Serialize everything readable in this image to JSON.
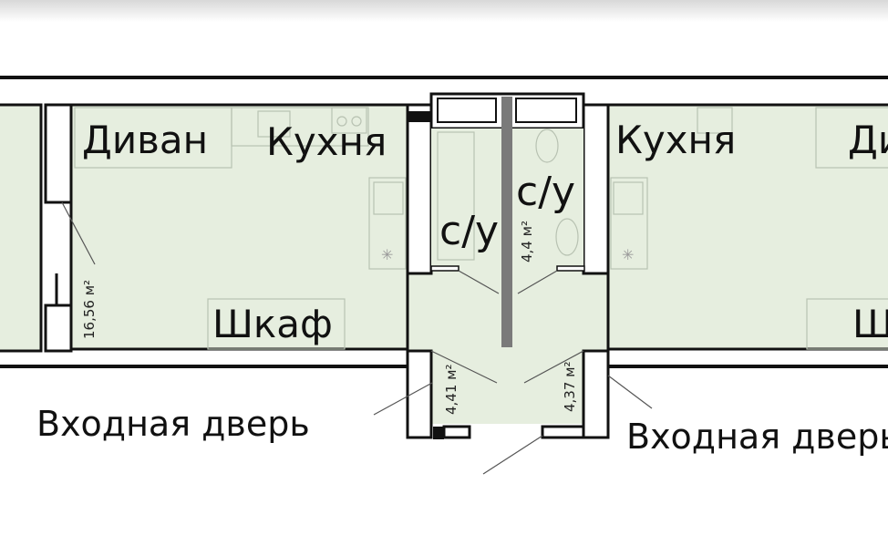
{
  "plan": {
    "labels": {
      "sofa_left": "Диван",
      "kitchen_left": "Кухня",
      "wardrobe_left": "Шкаф",
      "entrance_left": "Входная дверь",
      "bathroom_left": "с/у",
      "bathroom_right": "с/у",
      "kitchen_right": "Кухня",
      "sofa_right": "Диван",
      "wardrobe_right": "Шкаф",
      "entrance_right": "Входная дверь"
    },
    "areas": {
      "room_left": "16,56 м²",
      "bathroom": "4,4 м²",
      "hall_left": "4,41 м²",
      "hall_right": "4,37 м²"
    },
    "colors": {
      "floor": "#e6eedf",
      "wall": "#111111",
      "divider": "#7a7a7a"
    }
  }
}
